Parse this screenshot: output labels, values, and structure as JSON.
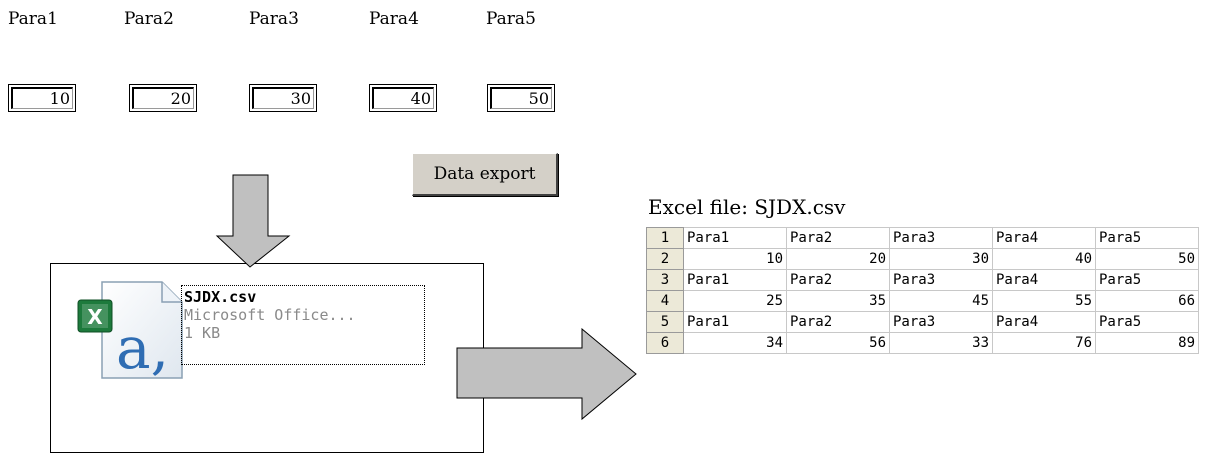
{
  "params": [
    {
      "label": "Para1",
      "value": "10"
    },
    {
      "label": "Para2",
      "value": "20"
    },
    {
      "label": "Para3",
      "value": "30"
    },
    {
      "label": "Para4",
      "value": "40"
    },
    {
      "label": "Para5",
      "value": "50"
    }
  ],
  "export_button": {
    "label": "Data export"
  },
  "file": {
    "name": "SJDX.csv",
    "type": "Microsoft Office...",
    "size": "1 KB"
  },
  "excel": {
    "title": "Excel file: SJDX.csv",
    "rows": [
      {
        "num": "1",
        "cells": [
          "Para1",
          "Para2",
          "Para3",
          "Para4",
          "Para5"
        ]
      },
      {
        "num": "2",
        "cells": [
          "10",
          "20",
          "30",
          "40",
          "50"
        ]
      },
      {
        "num": "3",
        "cells": [
          "Para1",
          "Para2",
          "Para3",
          "Para4",
          "Para5"
        ]
      },
      {
        "num": "4",
        "cells": [
          "25",
          "35",
          "45",
          "55",
          "66"
        ]
      },
      {
        "num": "5",
        "cells": [
          "Para1",
          "Para2",
          "Para3",
          "Para4",
          "Para5"
        ]
      },
      {
        "num": "6",
        "cells": [
          "34",
          "56",
          "33",
          "76",
          "89"
        ]
      }
    ]
  },
  "colors": {
    "arrow_fill": "#c0c0c0",
    "excel_green": "#1d7a3c",
    "button_face": "#d4d0c8"
  },
  "icons": [
    "down-arrow-icon",
    "right-arrow-icon",
    "excel-csv-file-icon"
  ]
}
